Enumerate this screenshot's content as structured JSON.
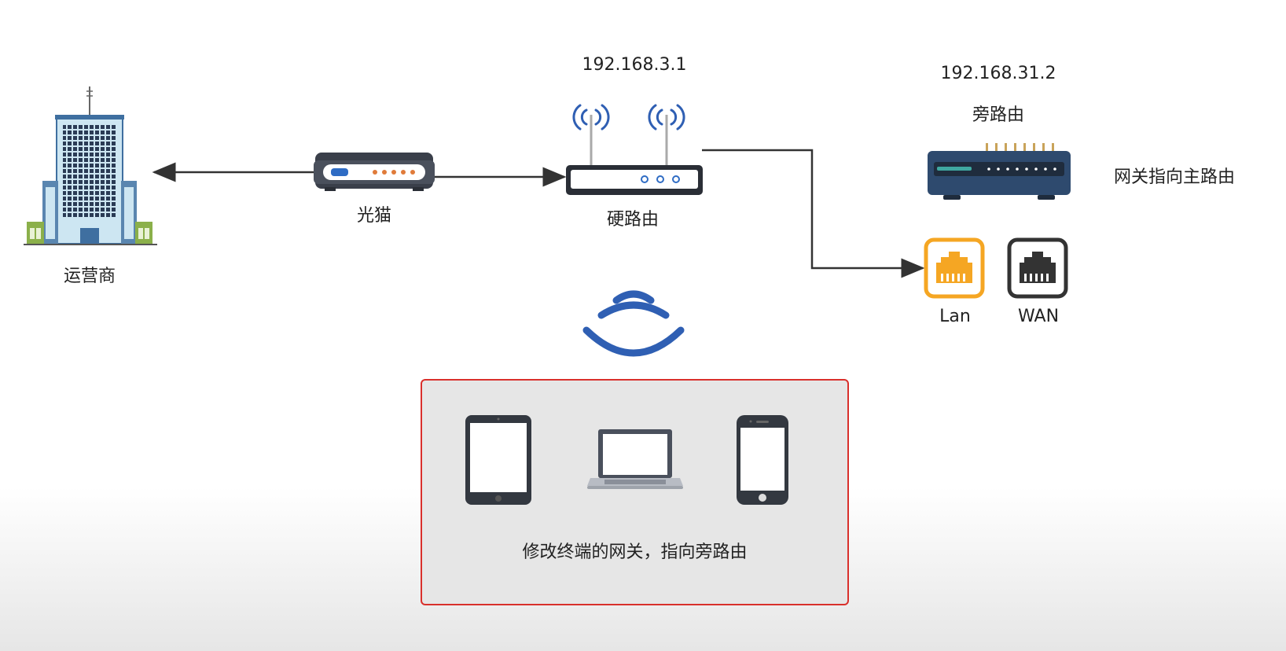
{
  "nodes": {
    "isp": {
      "label": "运营商"
    },
    "modem": {
      "label": "光猫"
    },
    "main_router": {
      "label": "硬路由",
      "ip": "192.168.3.1"
    },
    "bypass_router": {
      "label": "旁路由",
      "ip": "192.168.31.2",
      "note": "网关指向主路由"
    }
  },
  "ports": {
    "lan": {
      "label": "Lan",
      "color": "#f5a623"
    },
    "wan": {
      "label": "WAN",
      "color": "#333333"
    }
  },
  "terminals": {
    "caption": "修改终端的网关，指向旁路由",
    "devices": [
      "tablet",
      "laptop",
      "phone"
    ]
  },
  "colors": {
    "wifi": "#2f5fb3",
    "box_border": "#d9302c",
    "line": "#333333",
    "router_body": "#2e4a6e"
  }
}
